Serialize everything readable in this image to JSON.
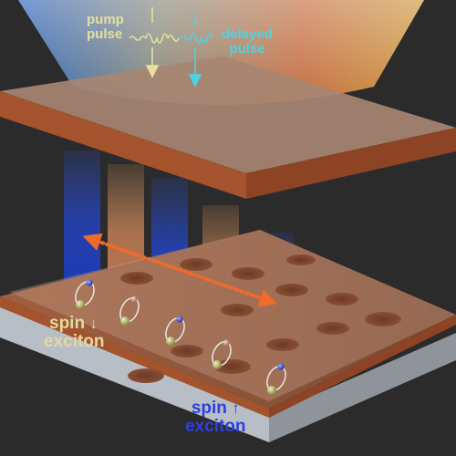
{
  "labels": {
    "pump_line1": "pump",
    "pump_line2": "pulse",
    "delayed_line1": "delayed",
    "delayed_line2": "pulse",
    "spin_down_word": "spin",
    "spin_down_arrow": "↓",
    "spin_down_word2": "exciton",
    "spin_up_word": "spin",
    "spin_up_arrow": "↑",
    "spin_up_word2": "exciton"
  },
  "colors": {
    "background": "#2b2b2b",
    "pump": "#e6dfa0",
    "delayed": "#4fd2e0",
    "spin_up": "#2c3fe0",
    "spin_down": "#e4d9a2",
    "substrate_top": "#8a5034",
    "substrate_edge": "#a8552c",
    "transport_arrow": "#f06a2a"
  },
  "icons": {
    "pump_wave": "wave-packet-arrow-down",
    "delayed_wave": "wave-packet-arrow-down",
    "transport": "double-headed-dotted-arrow",
    "exciton": "electron-hole-orbit"
  }
}
